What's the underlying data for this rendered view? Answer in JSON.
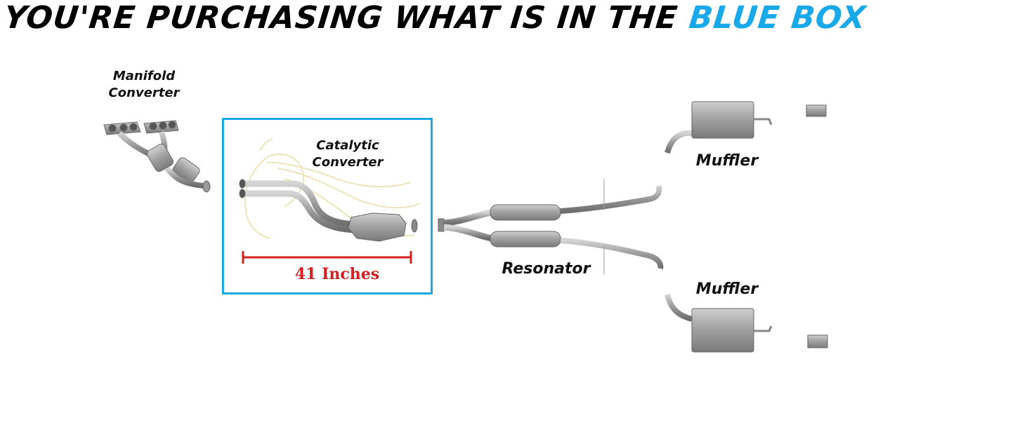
{
  "headline": {
    "text_main": "YOU'RE PURCHASING WHAT IS IN THE ",
    "text_highlight": "BLUE BOX",
    "highlight_color": "#19a8e8"
  },
  "labels": {
    "manifold_line1": "Manifold",
    "manifold_line2": "Converter",
    "catalytic_line1": "Catalytic",
    "catalytic_line2": "Converter",
    "resonator": "Resonator",
    "muffler_top": "Muffler",
    "muffler_bottom": "Muffler"
  },
  "measurement": {
    "text": "41 Inches",
    "color": "#d42020"
  },
  "selection_box": {
    "color": "#1ea9e6"
  },
  "pipe_color": "#8c8c8c"
}
